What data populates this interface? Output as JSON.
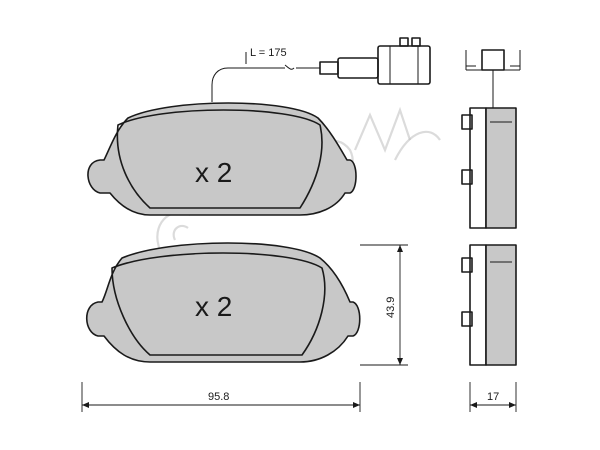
{
  "cable": {
    "length_label": "L = 175"
  },
  "pads": [
    {
      "quantity_label": "x 2"
    },
    {
      "quantity_label": "x 2"
    }
  ],
  "dimensions": {
    "width_label": "95.8",
    "height_label": "43.9",
    "thickness_label": "17"
  },
  "colors": {
    "pad_fill": "#c8c8c8",
    "line": "#1a1a1a",
    "watermark": "#bdbdbd"
  },
  "watermark": {
    "brand": "cifam"
  }
}
